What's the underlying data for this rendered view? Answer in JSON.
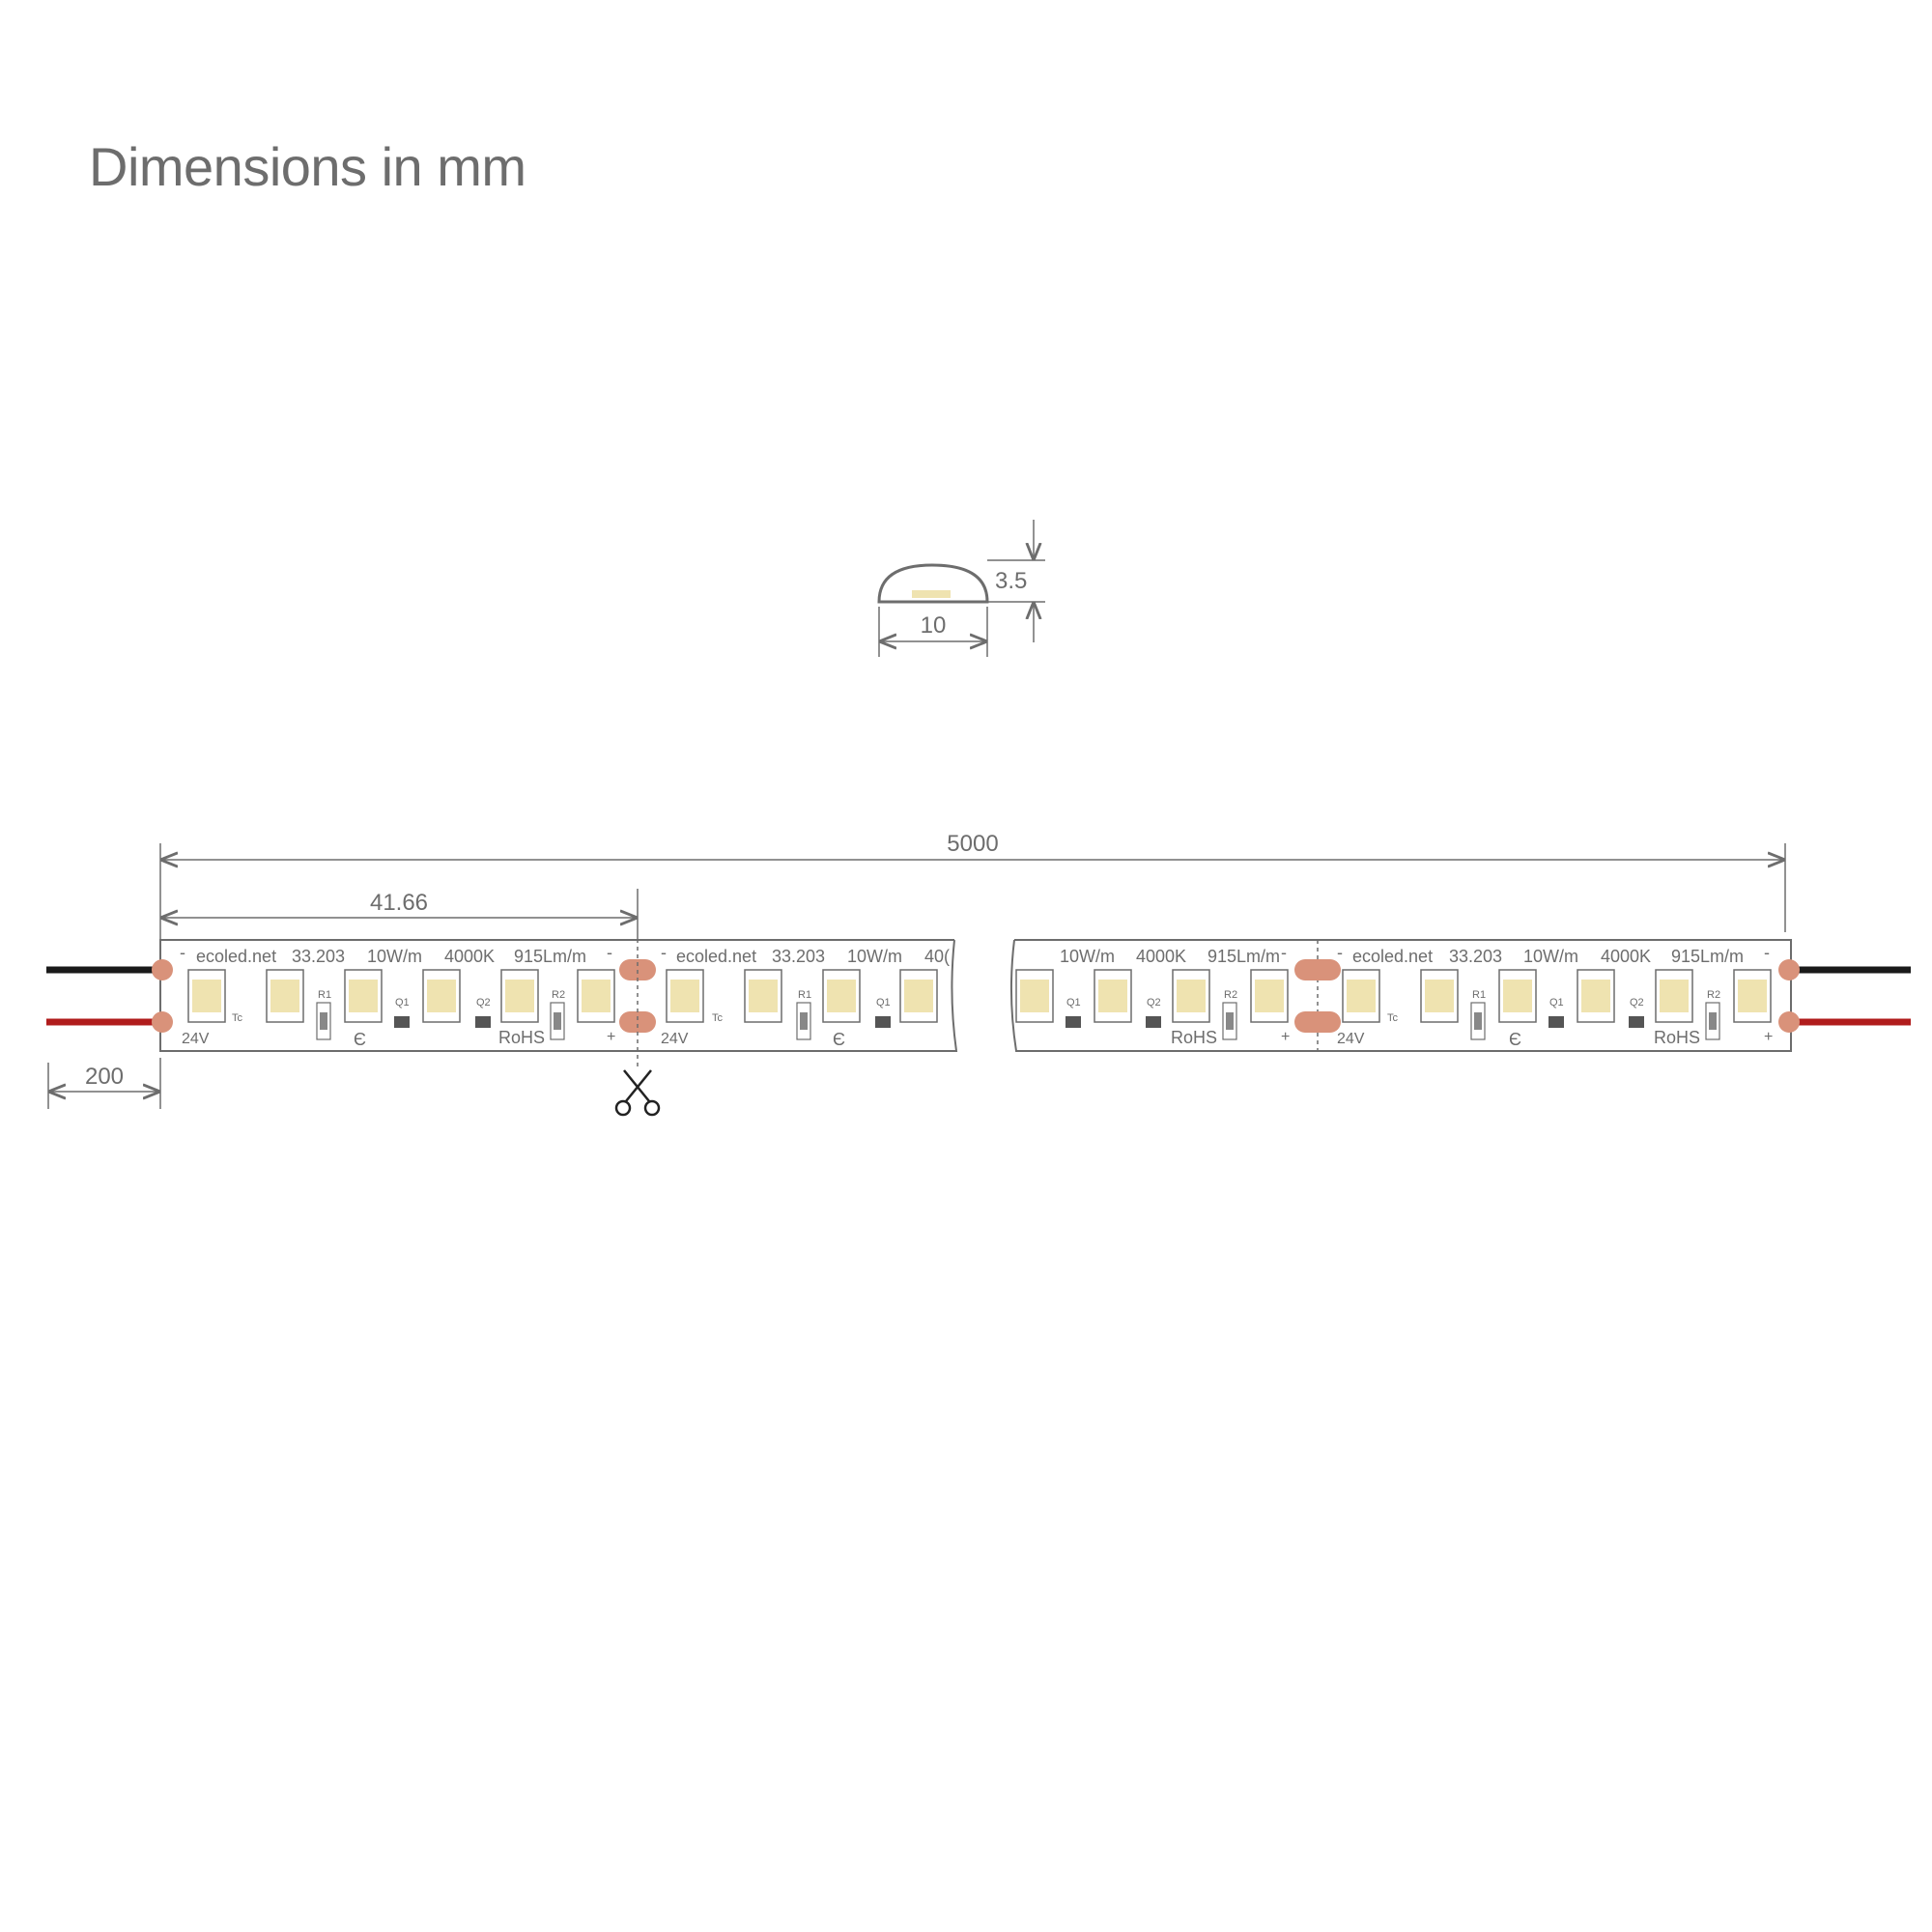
{
  "title": "Dimensions in mm",
  "colors": {
    "line": "#6d6d6d",
    "led": "#efe3b0",
    "pad": "#d9927a",
    "wire_negative": "#1a1a1a",
    "wire_positive": "#b01c1c"
  },
  "icons": [
    "scissors-icon",
    "ce-mark-icon"
  ],
  "cross_section": {
    "height": "3.5",
    "width": "10"
  },
  "dimensions": {
    "total_length": "5000",
    "cut_interval": "41.66",
    "cable_length": "200"
  },
  "strip_labels": {
    "website": "ecoled.net",
    "model": "33.203",
    "power": "10W/m",
    "cct": "4000K",
    "flux": "915Lm/m",
    "flux_partial": "40(",
    "voltage": "24V",
    "rohs": "RoHS",
    "tc": "Tc",
    "r1": "R1",
    "r2": "R2",
    "q1": "Q1",
    "q2": "Q2",
    "minus": "-",
    "plus": "+"
  }
}
